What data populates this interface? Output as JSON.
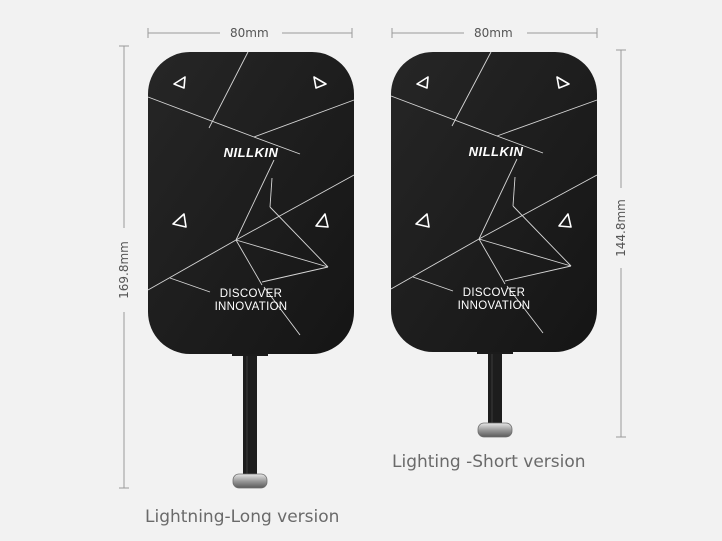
{
  "dimensions": {
    "long_width": "80mm",
    "long_height": "169.8mm",
    "short_width": "80mm",
    "short_height": "144.8mm"
  },
  "cards": {
    "long": {
      "brand": "NILLKIN",
      "tagline_line1": "DISCOVER",
      "tagline_line2": "INNOVATION",
      "caption": "Lightning-Long version"
    },
    "short": {
      "brand": "NILLKIN",
      "tagline_line1": "DISCOVER",
      "tagline_line2": "INNOVATION",
      "caption": "Lighting -Short version"
    }
  },
  "colors": {
    "background": "#f2f2f2",
    "card": "#1b1b1b",
    "pattern_lines": "#d9d9d9",
    "dimension_lines": "#9a9a9a",
    "caption_text": "#6a6a6a"
  }
}
